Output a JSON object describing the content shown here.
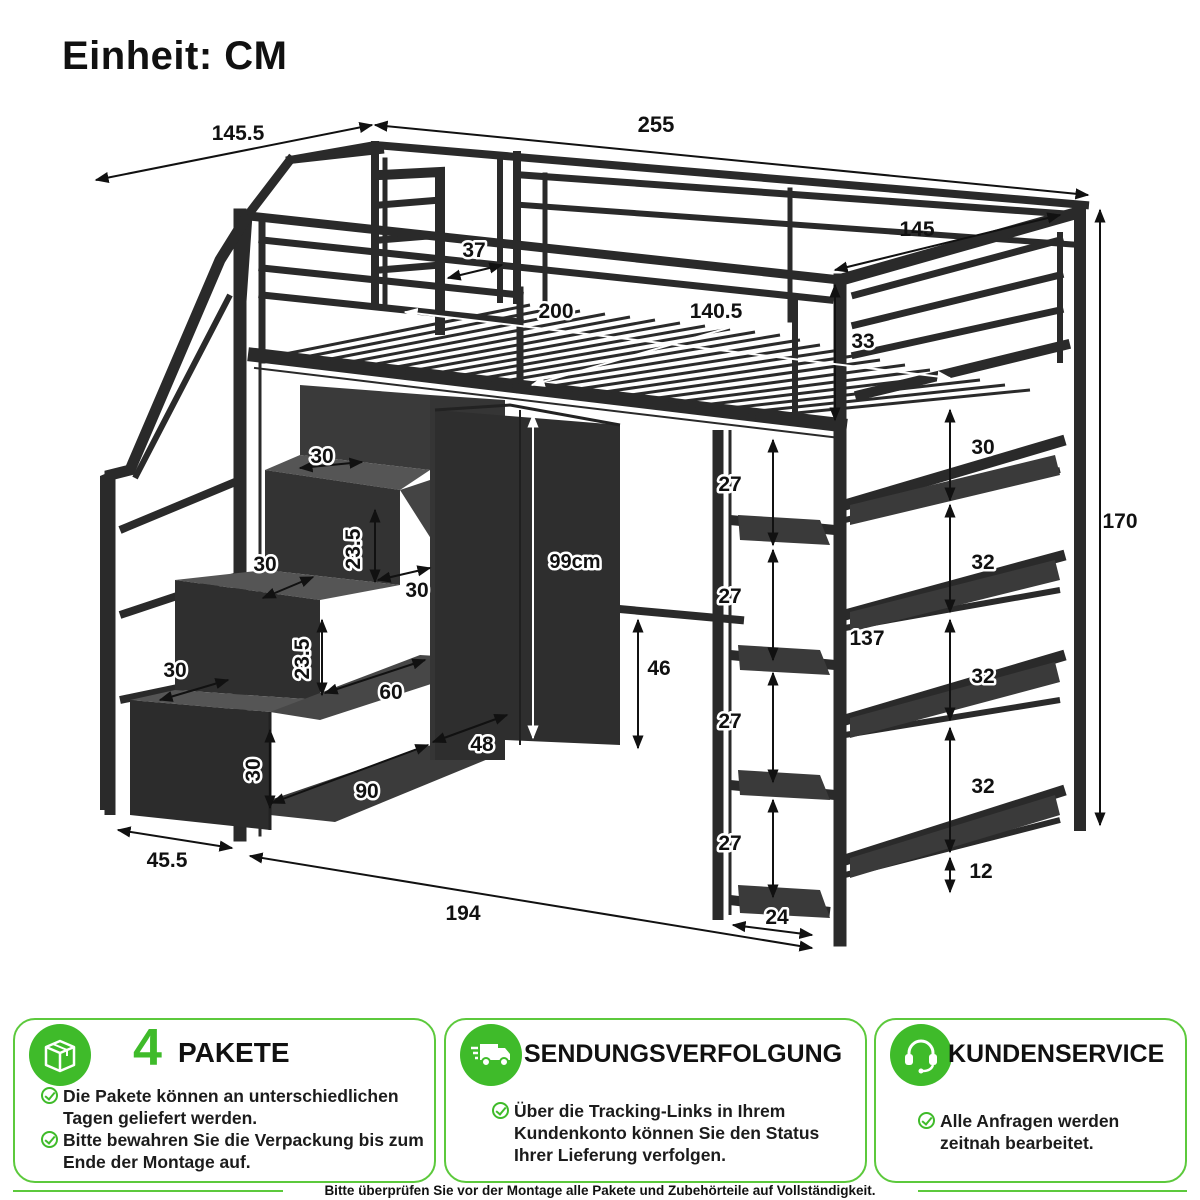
{
  "header": {
    "unit_label": "Einheit: CM"
  },
  "dimensions": {
    "depth_top": "145.5",
    "length_top": "255",
    "guard_gap": "37",
    "mattress_length": "200",
    "mattress_width": "140.5",
    "bed_width": "145",
    "guard_height": "33",
    "total_height": "170",
    "stair_step_top": "30",
    "stair_rise_upper": "23.5",
    "stair_shelf_upper_left": "30",
    "stair_shelf_upper_right": "30",
    "stair_rise_lower": "23.5",
    "stair_shelf_lower_left": "30",
    "stair_shelf_lower_right": "60",
    "stair_bottom_shelf": "48",
    "stair_bottom_height": "30",
    "stair_bottom_width": "90",
    "wardrobe_height": "99cm",
    "rail_height": "46",
    "ladder_gap_1": "27",
    "ladder_gap_2": "27",
    "ladder_gap_3": "27",
    "ladder_gap_4": "27",
    "ladder_depth": "24",
    "side_shelf_1": "30",
    "side_shelf_2": "32",
    "side_shelf_3": "32",
    "side_shelf_4": "32",
    "side_bottom_gap": "12",
    "under_bed_height": "137",
    "stair_depth": "45.5",
    "floor_length": "194"
  },
  "cards": [
    {
      "number": "4",
      "title": "PAKETE",
      "icon": "package-icon",
      "bullets": [
        "Die Pakete können an unterschiedlichen Tagen geliefert werden.",
        "Bitte bewahren Sie die Verpackung bis zum Ende der Montage auf."
      ]
    },
    {
      "title": "SENDUNGSVERFOLGUNG",
      "icon": "delivery-truck-icon",
      "bullets": [
        "Über die Tracking-Links in Ihrem Kundenkonto können Sie den Status Ihrer Lieferung verfolgen."
      ]
    },
    {
      "title": "KUNDENSERVICE",
      "icon": "headset-icon",
      "bullets": [
        "Alle Anfragen werden zeitnah bearbeitet."
      ]
    }
  ],
  "footer": {
    "note": "Bitte überprüfen Sie vor der Montage alle Pakete und Zubehörteile auf Vollständigkeit."
  },
  "colors": {
    "frame": "#2a2a2a",
    "wood": "#3a3a3a",
    "accent_green": "#3fbb2a",
    "card_border": "#5cc93c"
  }
}
